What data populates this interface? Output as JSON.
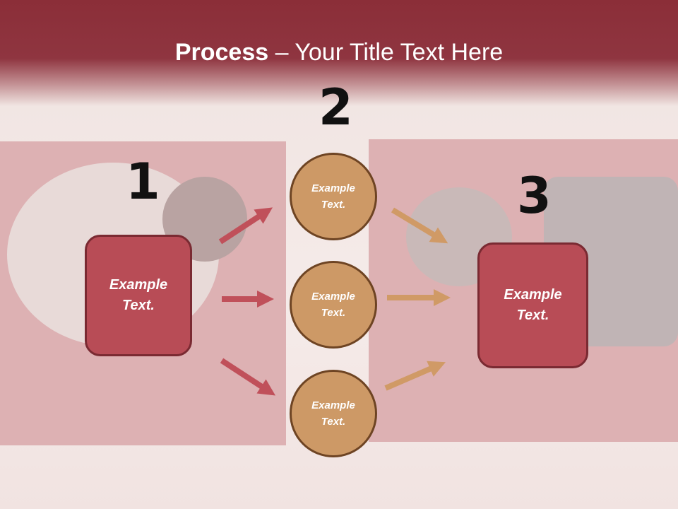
{
  "slide": {
    "title_bold": "Process",
    "title_rest": " – Your Title Text Here",
    "colors": {
      "header": "#8b2e38",
      "box_fill": "#b84c56",
      "circle_fill": "#cd9966",
      "arrow_red": "#c0505a",
      "arrow_tan": "#d09a66"
    }
  },
  "steps": {
    "one": {
      "number": "1",
      "text": "Example\nText."
    },
    "two": {
      "number": "2"
    },
    "three": {
      "number": "3",
      "text": "Example\nText."
    }
  },
  "circles": [
    {
      "text": "Example\nText."
    },
    {
      "text": "Example\nText."
    },
    {
      "text": "Example\nText."
    }
  ]
}
